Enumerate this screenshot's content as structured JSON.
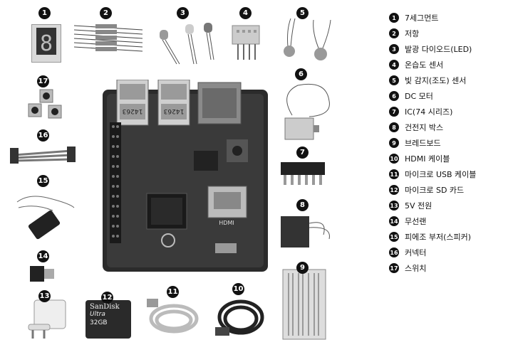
{
  "legend": [
    {
      "n": "1",
      "label": "7세그먼트"
    },
    {
      "n": "2",
      "label": "저항"
    },
    {
      "n": "3",
      "label": "발광 다이오드(LED)"
    },
    {
      "n": "4",
      "label": "온습도 센서"
    },
    {
      "n": "5",
      "label": "빛 감지(조도) 센서"
    },
    {
      "n": "6",
      "label": "DC 모터"
    },
    {
      "n": "7",
      "label": "IC(74 시리즈)"
    },
    {
      "n": "8",
      "label": "건전지 박스"
    },
    {
      "n": "9",
      "label": "브레드보드"
    },
    {
      "n": "10",
      "label": "HDMI 케이블"
    },
    {
      "n": "11",
      "label": "마이크로 USB 케이블"
    },
    {
      "n": "12",
      "label": "마이크로 SD 카드"
    },
    {
      "n": "13",
      "label": "5V 전원"
    },
    {
      "n": "14",
      "label": "무선랜"
    },
    {
      "n": "15",
      "label": "피에조 부저(스피커)"
    },
    {
      "n": "16",
      "label": "커넥터"
    },
    {
      "n": "17",
      "label": "스위치"
    }
  ],
  "sd_card": {
    "brand": "SanDisk",
    "line": "Ultra",
    "capacity": "32GB"
  },
  "pi_board": {
    "usb_label": "14263",
    "hdmi_label": "HDMI"
  }
}
